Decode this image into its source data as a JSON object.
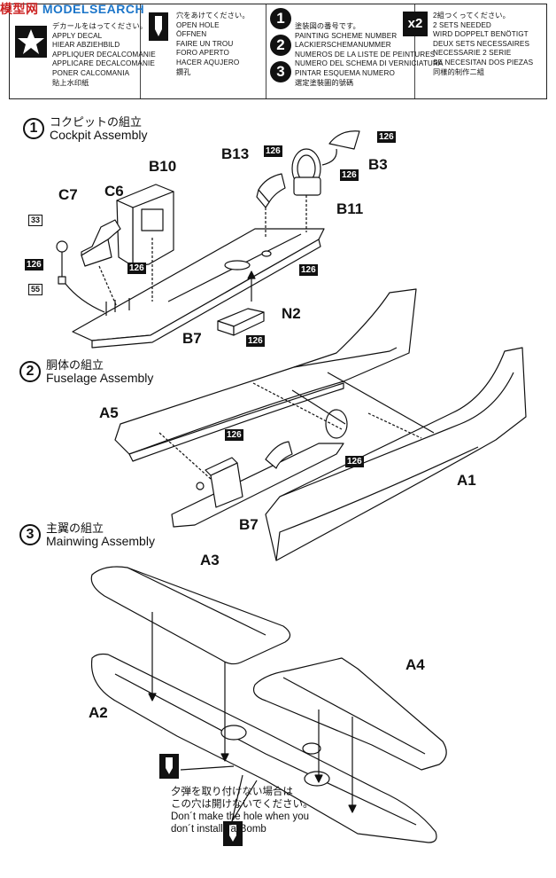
{
  "watermark": {
    "part1": "模型网",
    "part2": "MODELSEARCH"
  },
  "legend": {
    "decal": "デカールをはってください。\nAPPLY DECAL\nHIEAR ABZIEHBILD\nAPPLIQUER DECALCOMANIE\nAPPLICARE DECALCOMANIE\nPONER CALCOMANIA\n貼上水印紙",
    "hole": "穴をあけてください。\nOPEN HOLE\nÖFFNEN\nFAIRE UN TROU\nFORO APERTO\nHACER AQUJERO\n鑽孔",
    "scheme": "塗装図の番号です。\nPAINTING SCHEME NUMBER\nLACKIERSCHEMANUMMER\nNUMEROS DE LA LISTE DE PEINTURES\nNUMERO DEL SCHEMA DI VERNICIATURA\nPINTAR ESQUEMA NUMERO\n選定塗裝圖的號碼",
    "scheme_nums": [
      "1",
      "2",
      "3"
    ],
    "x2": "x2",
    "sets": "2組つくってください。\n2 SETS NEEDED\nWIRD DOPPELT BENÖTIGT\nDEUX SETS NECESSAIRES\nNECESSARIE 2 SERIE\nSE NECESITAN DOS PIEZAS\n同樣的制作二組"
  },
  "steps": [
    {
      "num": "1",
      "jp": "コクピットの組立",
      "en": "Cockpit Assembly"
    },
    {
      "num": "2",
      "jp": "胴体の組立",
      "en": "Fuselage Assembly"
    },
    {
      "num": "3",
      "jp": "主翼の組立",
      "en": "Mainwing Assembly"
    }
  ],
  "parts": {
    "B10": "B10",
    "B13": "B13",
    "B3": "B3",
    "B11": "B11",
    "C7": "C7",
    "C6": "C6",
    "N2": "N2",
    "B7": "B7",
    "A5": "A5",
    "A1": "A1",
    "B7b": "B7",
    "A3": "A3",
    "A4": "A4",
    "A2": "A2"
  },
  "paint": {
    "p126": "126",
    "p33": "33",
    "p55": "55"
  },
  "note": {
    "jp1": "夕弾を取り付けない場合は",
    "jp2": "この穴は開けないでください。",
    "en1": "Don´t make the hole when you",
    "en2": "don´t install Ta-Bomb"
  }
}
